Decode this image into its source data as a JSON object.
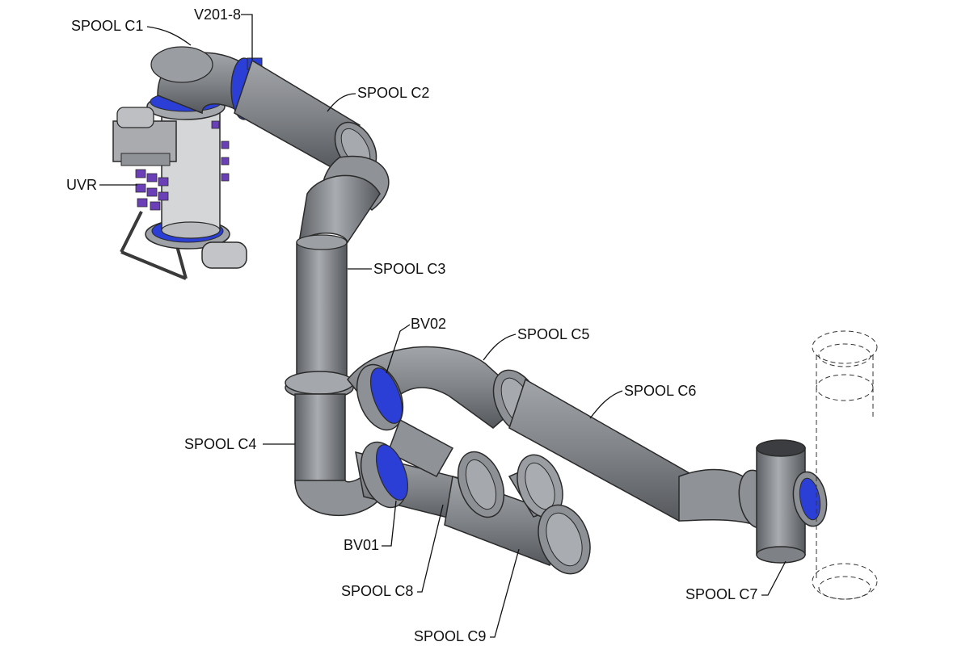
{
  "diagram": {
    "labels": {
      "spool_c1": "SPOOL C1",
      "v201_8": "V201-8",
      "spool_c2": "SPOOL C2",
      "uvr": "UVR",
      "spool_c3": "SPOOL C3",
      "bv02": "BV02",
      "spool_c5": "SPOOL C5",
      "spool_c6": "SPOOL C6",
      "spool_c4": "SPOOL C4",
      "bv01": "BV01",
      "spool_c8": "SPOOL C8",
      "spool_c9": "SPOOL C9",
      "spool_c7": "SPOOL C7"
    },
    "colors": {
      "pipe": "#8a8d91",
      "pipe_highlight": "#b4b7bb",
      "valve_band": "#2b3fd6",
      "equipment_knobs": "#6b3fb8",
      "unit_body": "#cfd1d3",
      "outline": "#2a2a2a"
    }
  }
}
